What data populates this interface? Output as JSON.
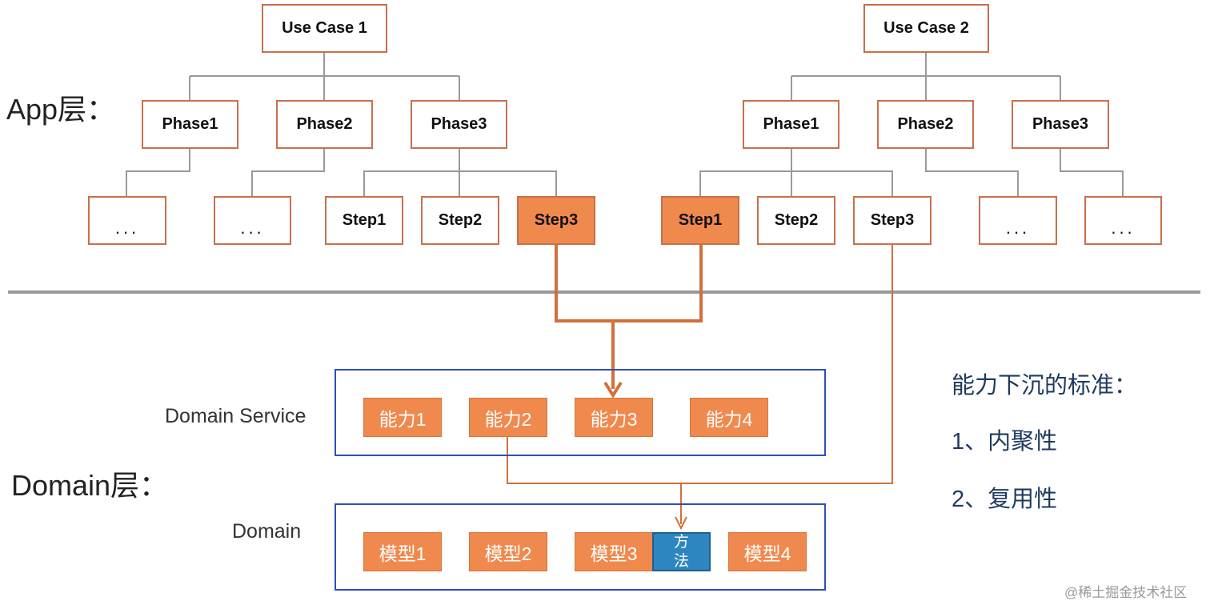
{
  "colors": {
    "box_border": "#c8704a",
    "highlight": "#f0894e",
    "tree_line": "#999999",
    "flow_line": "#d0703a",
    "frame_blue": "#2b4fbf",
    "method_blue": "#2e86c1",
    "divider": "#999999"
  },
  "app_layer_label": "App层：",
  "domain_layer_label": "Domain层：",
  "use_case_1": {
    "title": "Use Case 1",
    "phases": [
      "Phase1",
      "Phase2",
      "Phase3"
    ],
    "leaves": [
      "...",
      "...",
      "Step1",
      "Step2",
      "Step3"
    ]
  },
  "use_case_2": {
    "title": "Use Case 2",
    "phases": [
      "Phase1",
      "Phase2",
      "Phase3"
    ],
    "leaves": [
      "Step1",
      "Step2",
      "Step3",
      "...",
      "..."
    ]
  },
  "domain_service": {
    "label": "Domain Service",
    "capabilities": [
      "能力1",
      "能力2",
      "能力3",
      "能力4"
    ]
  },
  "domain": {
    "label": "Domain",
    "models": [
      "模型1",
      "模型2",
      "模型3",
      "模型4"
    ],
    "method_chars": [
      "方",
      "法"
    ]
  },
  "criteria": {
    "title": "能力下沉的标准：",
    "items": [
      "1、内聚性",
      "2、复用性"
    ]
  },
  "watermark": "@稀土掘金技术社区"
}
